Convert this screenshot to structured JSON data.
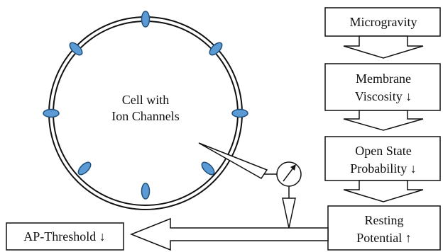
{
  "cell": {
    "label_line1": "Cell with",
    "label_line2": "Ion Channels"
  },
  "flow": {
    "box1": "Microgravity",
    "box2_line1": "Membrane",
    "box2_line2": "Viscosity ↓",
    "box3_line1": "Open State",
    "box3_line2": "Probability ↓",
    "box4_line1": "Resting",
    "box4_line2": "Potential ↑"
  },
  "result": {
    "label": "AP-Threshold ↓"
  },
  "colors": {
    "ion_channel_fill": "#5b9bd5",
    "ion_channel_stroke": "#1f4e79",
    "line": "#111111"
  }
}
